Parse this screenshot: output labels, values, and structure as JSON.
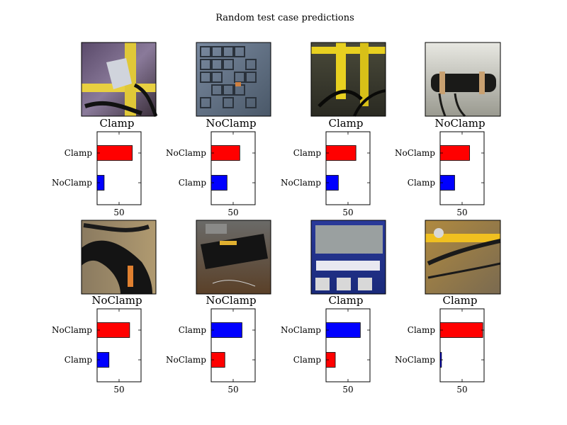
{
  "title": "Random test case predictions",
  "bar_colors": {
    "correct": "#ff0000",
    "incorrect": "#0000ff"
  },
  "x_tick": 50,
  "chart_data": [
    {
      "type": "bar",
      "image": "clamp-bracket-on-yellow-pipe",
      "true_label": "Clamp",
      "categories": [
        "Clamp",
        "NoClamp"
      ],
      "values": [
        80,
        16
      ],
      "colors": [
        "red",
        "blue"
      ],
      "xlim": [
        0,
        100
      ],
      "xticks": [
        50
      ]
    },
    {
      "type": "bar",
      "image": "grey-plastic-grid-parts",
      "true_label": "NoClamp",
      "categories": [
        "NoClamp",
        "Clamp"
      ],
      "values": [
        65,
        36
      ],
      "colors": [
        "red",
        "blue"
      ],
      "xlim": [
        0,
        100
      ],
      "xticks": [
        50
      ]
    },
    {
      "type": "bar",
      "image": "yellow-frame-with-hoses",
      "true_label": "Clamp",
      "categories": [
        "Clamp",
        "NoClamp"
      ],
      "values": [
        68,
        28
      ],
      "colors": [
        "red",
        "blue"
      ],
      "xlim": [
        0,
        100
      ],
      "xticks": [
        50
      ]
    },
    {
      "type": "bar",
      "image": "black-hose-with-clamp",
      "true_label": "NoClamp",
      "categories": [
        "NoClamp",
        "Clamp"
      ],
      "values": [
        67,
        33
      ],
      "colors": [
        "red",
        "blue"
      ],
      "xlim": [
        0,
        100
      ],
      "xticks": [
        50
      ]
    },
    {
      "type": "bar",
      "image": "black-hose-close-up",
      "true_label": "NoClamp",
      "categories": [
        "NoClamp",
        "Clamp"
      ],
      "values": [
        74,
        27
      ],
      "colors": [
        "red",
        "blue"
      ],
      "xlim": [
        0,
        100
      ],
      "xticks": [
        50
      ]
    },
    {
      "type": "bar",
      "image": "black-hose-on-machine",
      "true_label": "NoClamp",
      "categories": [
        "Clamp",
        "NoClamp"
      ],
      "values": [
        70,
        31
      ],
      "colors": [
        "blue",
        "red"
      ],
      "xlim": [
        0,
        100
      ],
      "xticks": [
        50
      ]
    },
    {
      "type": "bar",
      "image": "blue-display-panel",
      "true_label": "Clamp",
      "categories": [
        "NoClamp",
        "Clamp"
      ],
      "values": [
        78,
        21
      ],
      "colors": [
        "blue",
        "red"
      ],
      "xlim": [
        0,
        100
      ],
      "xticks": [
        50
      ]
    },
    {
      "type": "bar",
      "image": "yellow-machine-with-hose",
      "true_label": "Clamp",
      "categories": [
        "Clamp",
        "NoClamp"
      ],
      "values": [
        97,
        3
      ],
      "colors": [
        "red",
        "blue"
      ],
      "xlim": [
        0,
        100
      ],
      "xticks": [
        50
      ]
    }
  ]
}
